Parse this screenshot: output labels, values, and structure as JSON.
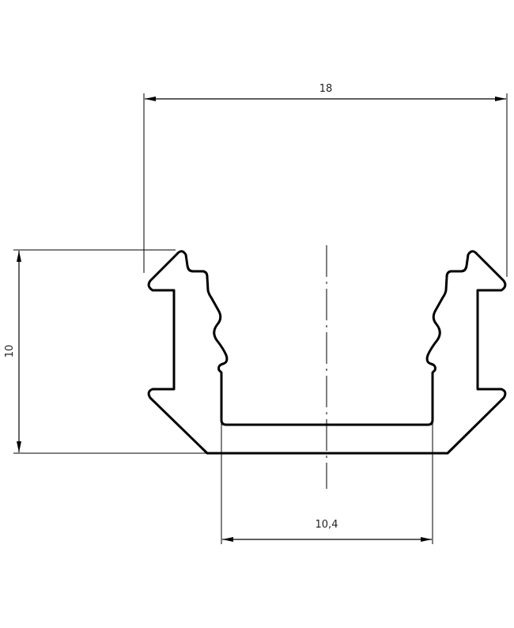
{
  "drawing": {
    "type": "technical cross-section drawing of U-shaped aluminium profile",
    "colors": {
      "line": "#000000",
      "background": "#ffffff",
      "text": "#222222"
    },
    "dimensions": {
      "overall_width": {
        "label": "18"
      },
      "height": {
        "label": "10"
      },
      "inner_width": {
        "label": "10,4"
      }
    },
    "centerline": {
      "style": "dash-dot"
    }
  }
}
